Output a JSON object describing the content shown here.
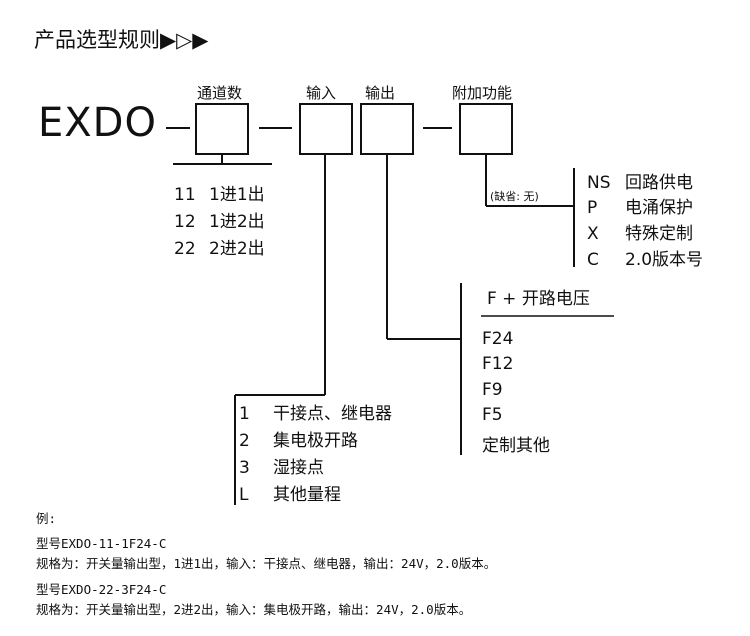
{
  "title": "产品选型规则▶▷▶",
  "code_prefix": "EXDO",
  "headers": {
    "channels": "通道数",
    "input": "输入",
    "output": "输出",
    "extra": "附加功能"
  },
  "channel_options": [
    {
      "code": "11",
      "desc": "1进1出"
    },
    {
      "code": "12",
      "desc": "1进2出"
    },
    {
      "code": "22",
      "desc": "2进2出"
    }
  ],
  "extra_default": "(缺省: 无)",
  "extra_options": [
    {
      "code": "NS",
      "desc": "回路供电"
    },
    {
      "code": "P",
      "desc": "电涌保护"
    },
    {
      "code": "X",
      "desc": "特殊定制"
    },
    {
      "code": "C",
      "desc": "2.0版本号"
    }
  ],
  "output_header": "F + 开路电压",
  "output_options": [
    "F24",
    "F12",
    "F9",
    "F5",
    "定制其他"
  ],
  "input_options": [
    {
      "code": "1",
      "desc": "干接点、继电器"
    },
    {
      "code": "2",
      "desc": "集电极开路"
    },
    {
      "code": "3",
      "desc": "湿接点"
    },
    {
      "code": "L",
      "desc": "其他量程"
    }
  ],
  "examples": {
    "label": "例:",
    "model1": "型号EXDO-11-1F24-C",
    "spec1": "规格为：开关量输出型，1进1出，输入：干接点、继电器，输出：24V，2.0版本。",
    "model2": "型号EXDO-22-3F24-C",
    "spec2": "规格为：开关量输出型，2进2出，输入：集电极开路，输出：24V，2.0版本。"
  }
}
